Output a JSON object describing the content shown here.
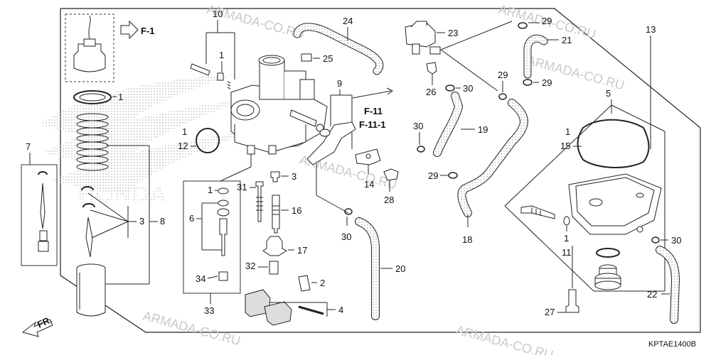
{
  "diagram": {
    "drawing_code": "KPTAE1400B",
    "front_marker": "FR.",
    "refs": {
      "f1": "F-1",
      "f11": "F-11",
      "f11_1": "F-11-1"
    },
    "watermarks": [
      "ARMADA-CO.RU",
      "ARMADA-CO.RU",
      "ARMADA-CO.RU",
      "ARMADA-CO.RU",
      "ARMADA-CO.RU",
      "ARMADA-CO.RU"
    ],
    "callouts": [
      "1",
      "2",
      "3",
      "4",
      "5",
      "6",
      "7",
      "8",
      "9",
      "10",
      "11",
      "12",
      "13",
      "14",
      "15",
      "16",
      "17",
      "18",
      "19",
      "20",
      "21",
      "22",
      "23",
      "24",
      "25",
      "26",
      "27",
      "28",
      "29",
      "30",
      "31",
      "32",
      "33",
      "34"
    ]
  }
}
